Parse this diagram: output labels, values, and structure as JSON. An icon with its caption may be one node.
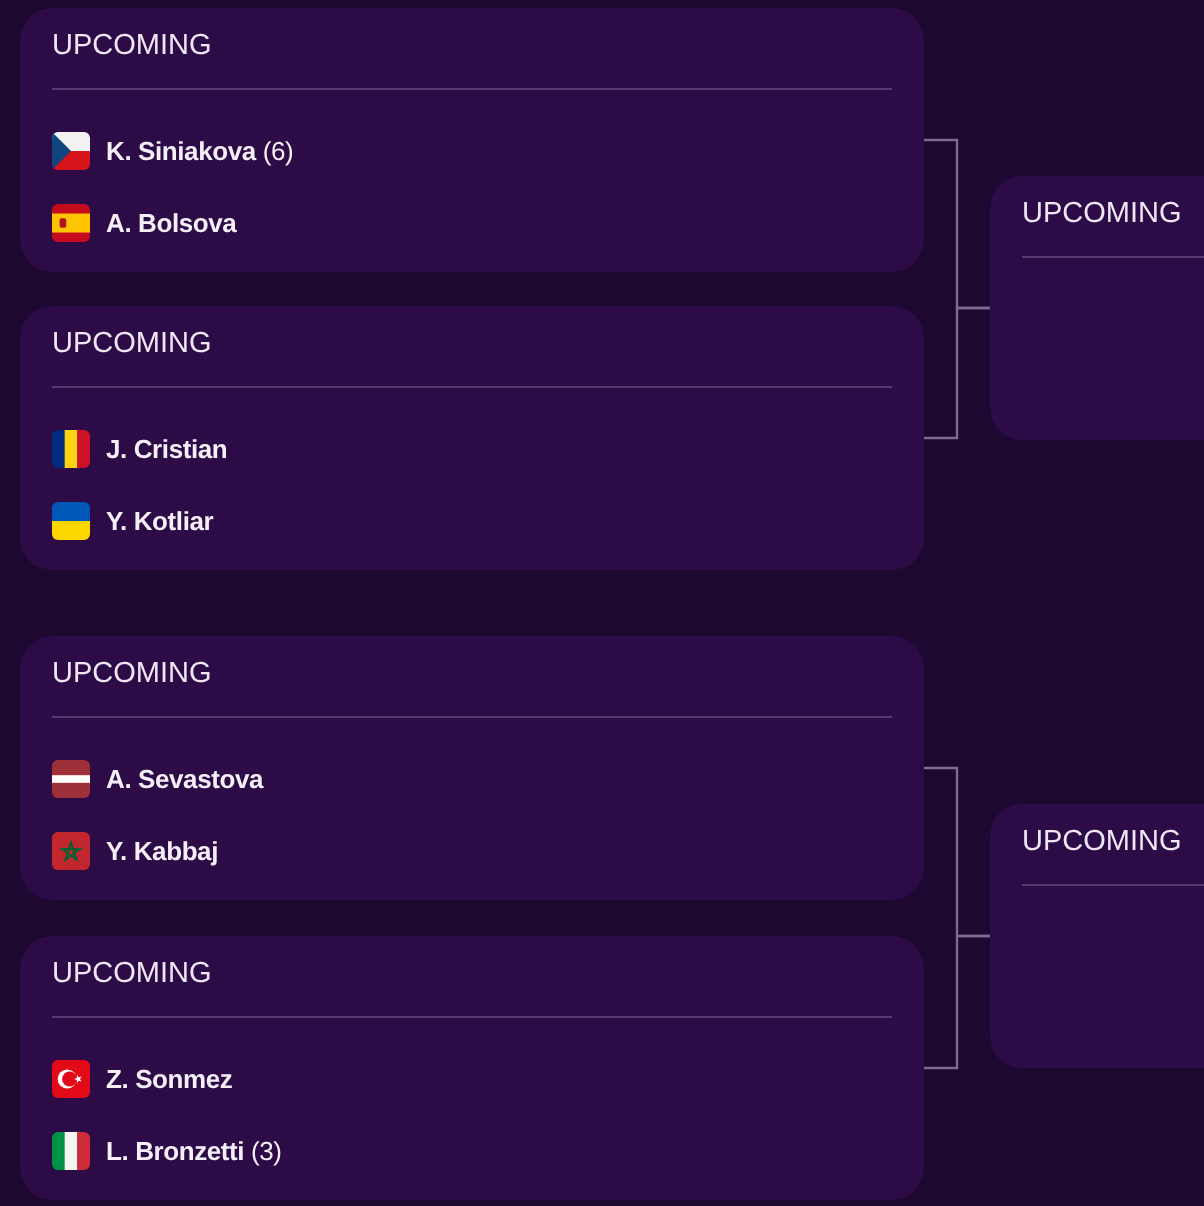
{
  "diagram": {
    "nodes": [
      {
        "text": [
          "UPCOMING",
          "**K. Siniakova** (6)",
          "A. Bolsova"
        ]
      },
      {
        "text": [
          "UPCOMING",
          "J. Cristian",
          "Y. Kotliar"
        ]
      },
      {
        "text": [
          "UPCOMING"
        ]
      },
      {
        "text": [
          "UPCOMING",
          "A. Sevastova",
          "Y. Kabbaj"
        ]
      },
      {
        "text": [
          "UPCOMING",
          "Z. Sonmez",
          "**L. Bronzetti** (3)"
        ]
      },
      {
        "text": [
          "UPCOMING"
        ]
      }
    ],
    "edges": [
      {
        "from": 0,
        "to": 2,
        "arrow": "none"
      },
      {
        "from": 1,
        "to": 2,
        "arrow": "none"
      },
      {
        "from": 3,
        "to": 5,
        "arrow": "none"
      },
      {
        "from": 4,
        "to": 5,
        "arrow": "none"
      }
    ]
  }
}
